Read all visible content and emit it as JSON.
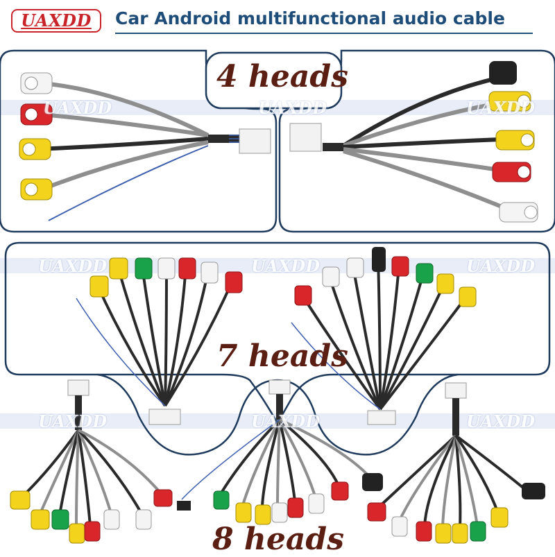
{
  "brand": {
    "logo_text": "UAXDD",
    "watermark": "UAXDD",
    "color": "#c8242a"
  },
  "title": "Car Android multifunctional audio cable",
  "sections": {
    "four": {
      "label": "4 heads"
    },
    "seven": {
      "label": "7 heads"
    },
    "eight": {
      "label": "8 heads"
    }
  },
  "colors": {
    "panel_border": "#1e3a5c",
    "label_text": "#5a1e12",
    "title_text": "#1f4d7a",
    "plug_red": "#d8262b",
    "plug_yellow": "#f3d31c",
    "plug_white": "#f4f4f4",
    "plug_green": "#1aa24a",
    "plug_black": "#222222",
    "cable_gray": "#8e8e8e",
    "cable_black": "#2a2a2a"
  }
}
